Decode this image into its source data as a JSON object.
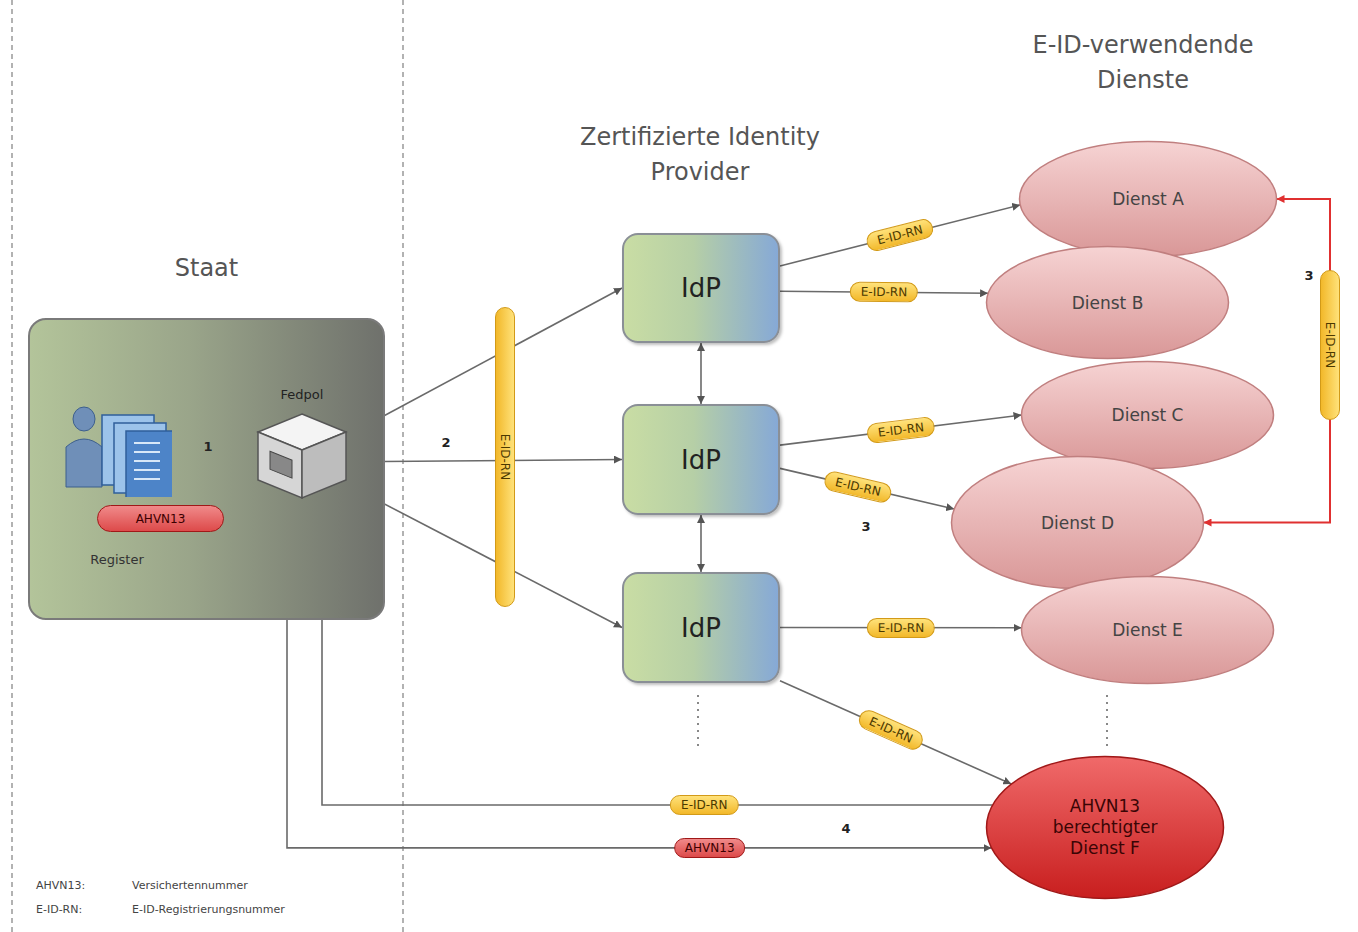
{
  "diagram": {
    "nodes": [
      {
        "text": [
          "Staat"
        ]
      },
      {
        "text": [
          "Register"
        ],
        "in": 0
      },
      {
        "text": [
          "AHVN13"
        ],
        "in": 0
      },
      {
        "text": [
          "Fedpol"
        ],
        "in": 0
      },
      {
        "text": [
          "IdP"
        ]
      },
      {
        "text": [
          "IdP"
        ]
      },
      {
        "text": [
          "IdP"
        ]
      },
      {
        "text": [
          "Dienst A"
        ]
      },
      {
        "text": [
          "Dienst B"
        ]
      },
      {
        "text": [
          "Dienst C"
        ]
      },
      {
        "text": [
          "Dienst D"
        ]
      },
      {
        "text": [
          "Dienst E"
        ]
      },
      {
        "text": [
          "AHVN13 berechtigter Dienst F"
        ]
      }
    ],
    "edges": [
      {
        "from": 1,
        "to": 3,
        "arrow": "both",
        "label": "1"
      },
      {
        "from": 3,
        "to": 4,
        "arrow": "both"
      },
      {
        "from": 3,
        "to": 5,
        "arrow": "both"
      },
      {
        "from": 3,
        "to": 6,
        "arrow": "both"
      },
      {
        "from": 4,
        "to": 5,
        "arrow": "both"
      },
      {
        "from": 5,
        "to": 6,
        "arrow": "both"
      },
      {
        "from": 4,
        "to": 7,
        "arrow": "to",
        "label": "E-ID-RN"
      },
      {
        "from": 4,
        "to": 8,
        "arrow": "to",
        "label": "E-ID-RN"
      },
      {
        "from": 5,
        "to": 9,
        "arrow": "to",
        "label": "E-ID-RN"
      },
      {
        "from": 5,
        "to": 10,
        "arrow": "to",
        "label": "E-ID-RN"
      },
      {
        "from": 6,
        "to": 11,
        "arrow": "to",
        "label": "E-ID-RN"
      },
      {
        "from": 6,
        "to": 12,
        "arrow": "to",
        "label": "E-ID-RN"
      },
      {
        "from": 7,
        "to": 10,
        "arrow": "both",
        "label": "E-ID-RN"
      },
      {
        "from": 12,
        "to": 3,
        "arrow": "to",
        "label": "E-ID-RN"
      },
      {
        "from": 3,
        "to": 12,
        "arrow": "to",
        "label": "AHVN13"
      }
    ],
    "labels": [
      "Zertifizierte Identity Provider",
      "E-ID-verwendende Dienste",
      "E-ID-RN",
      "2",
      "3",
      "3",
      "4",
      "AHVN13:",
      "Versichertennummer",
      "E-ID-RN:",
      "E-ID-Registrierungsnummer"
    ]
  }
}
